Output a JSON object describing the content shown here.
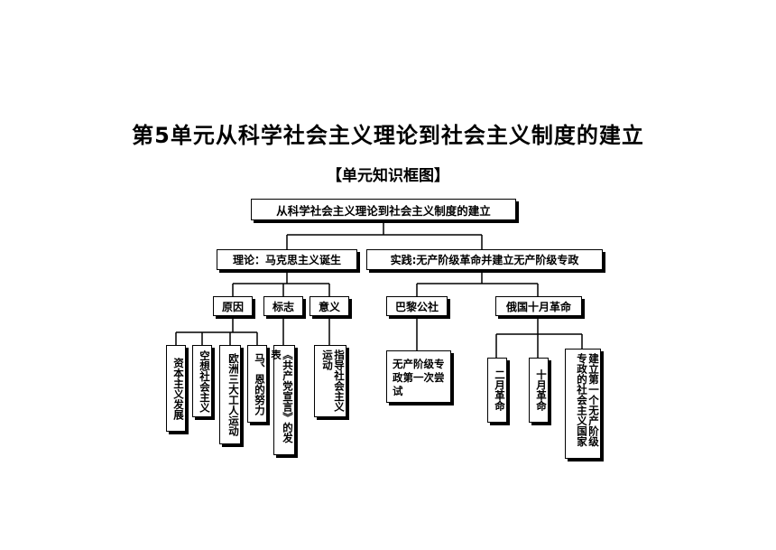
{
  "title": "第5单元从科学社会主义理论到社会主义制度的建立",
  "subtitle": "【单元知识框图】",
  "root": "从科学社会主义理论到社会主义制度的建立",
  "branches": {
    "theory": "理论：马克思主义诞生",
    "practice": "实践:无产阶级革命并建立无产阶级专政"
  },
  "theory_nodes": {
    "cause": "原因",
    "sign": "标志",
    "meaning": "意义"
  },
  "causes": [
    "资本主义发展",
    "空想社会主义",
    "欧洲三大工人运动",
    "马、恩的努力"
  ],
  "sign_detail": "《共产党宣言》的发表",
  "meaning_detail": "指导社会主义运动",
  "practice_nodes": {
    "paris": "巴黎公社",
    "russia": "俄国十月革命"
  },
  "paris_detail": "无产阶级专政第一次尝试",
  "russia_details": [
    "二月革命",
    "十月革命",
    "建立第一个无产阶级专政的社会主义国家"
  ]
}
